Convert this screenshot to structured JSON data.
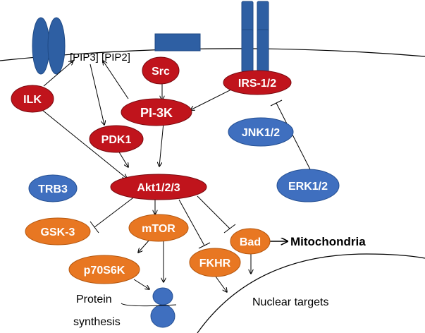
{
  "colors": {
    "red_node": "#c0141c",
    "blue_node": "#3f6fbf",
    "orange_node": "#e87722",
    "receptor": "#2e5fa3",
    "line": "#000000"
  },
  "membrane_label": "[PIP3] [PIP2]",
  "nodes": {
    "src": "Src",
    "irs": "IRS-1/2",
    "ilk": "ILK",
    "pi3k": "PI-3K",
    "pdk1": "PDK1",
    "jnk": "JNK1/2",
    "trb3": "TRB3",
    "akt": "Akt1/2/3",
    "erk": "ERK1/2",
    "gsk3": "GSK-3",
    "mtor": "mTOR",
    "bad": "Bad",
    "fkhr": "FKHR",
    "p70s6k": "p70S6K"
  },
  "labels": {
    "mitochondria": "Mitochondria",
    "nuclear_targets": "Nuclear targets",
    "protein": "Protein",
    "synthesis": "synthesis"
  }
}
